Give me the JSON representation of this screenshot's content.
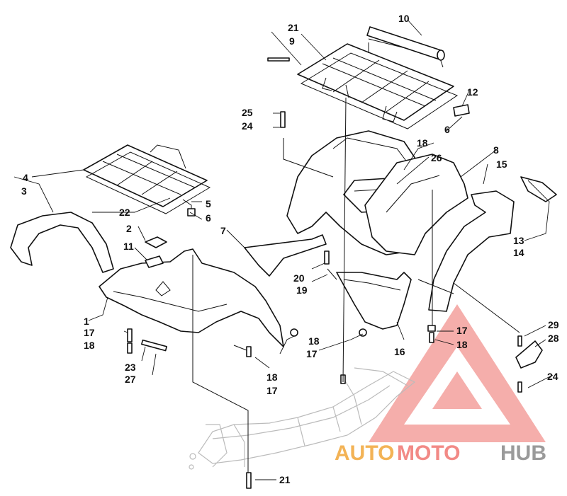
{
  "callouts": [
    {
      "id": "c1",
      "text": "1"
    },
    {
      "id": "c2",
      "text": "2"
    },
    {
      "id": "c3",
      "text": "3"
    },
    {
      "id": "c4",
      "text": "4"
    },
    {
      "id": "c5",
      "text": "5"
    },
    {
      "id": "c6a",
      "text": "6"
    },
    {
      "id": "c6b",
      "text": "6"
    },
    {
      "id": "c7",
      "text": "7"
    },
    {
      "id": "c8",
      "text": "8"
    },
    {
      "id": "c9",
      "text": "9"
    },
    {
      "id": "c10",
      "text": "10"
    },
    {
      "id": "c11",
      "text": "11"
    },
    {
      "id": "c12",
      "text": "12"
    },
    {
      "id": "c13",
      "text": "13"
    },
    {
      "id": "c14",
      "text": "14"
    },
    {
      "id": "c15",
      "text": "15"
    },
    {
      "id": "c16",
      "text": "16"
    },
    {
      "id": "c17a",
      "text": "17"
    },
    {
      "id": "c17b",
      "text": "17"
    },
    {
      "id": "c17c",
      "text": "17"
    },
    {
      "id": "c17d",
      "text": "17"
    },
    {
      "id": "c18a",
      "text": "18"
    },
    {
      "id": "c18b",
      "text": "18"
    },
    {
      "id": "c18c",
      "text": "18"
    },
    {
      "id": "c18d",
      "text": "18"
    },
    {
      "id": "c18e",
      "text": "18"
    },
    {
      "id": "c19",
      "text": "19"
    },
    {
      "id": "c20",
      "text": "20"
    },
    {
      "id": "c21a",
      "text": "21"
    },
    {
      "id": "c21b",
      "text": "21"
    },
    {
      "id": "c22",
      "text": "22"
    },
    {
      "id": "c23",
      "text": "23"
    },
    {
      "id": "c24a",
      "text": "24"
    },
    {
      "id": "c24b",
      "text": "24"
    },
    {
      "id": "c25",
      "text": "25"
    },
    {
      "id": "c26",
      "text": "26"
    },
    {
      "id": "c27",
      "text": "27"
    },
    {
      "id": "c28",
      "text": "28"
    },
    {
      "id": "c29",
      "text": "29"
    }
  ],
  "watermark": {
    "part1": "AUTO",
    "part2": "MOTO",
    "part3": "HUB",
    "color_red": "#f28a86",
    "color_orange": "#f3b356",
    "color_gray": "#9a9a9a"
  }
}
